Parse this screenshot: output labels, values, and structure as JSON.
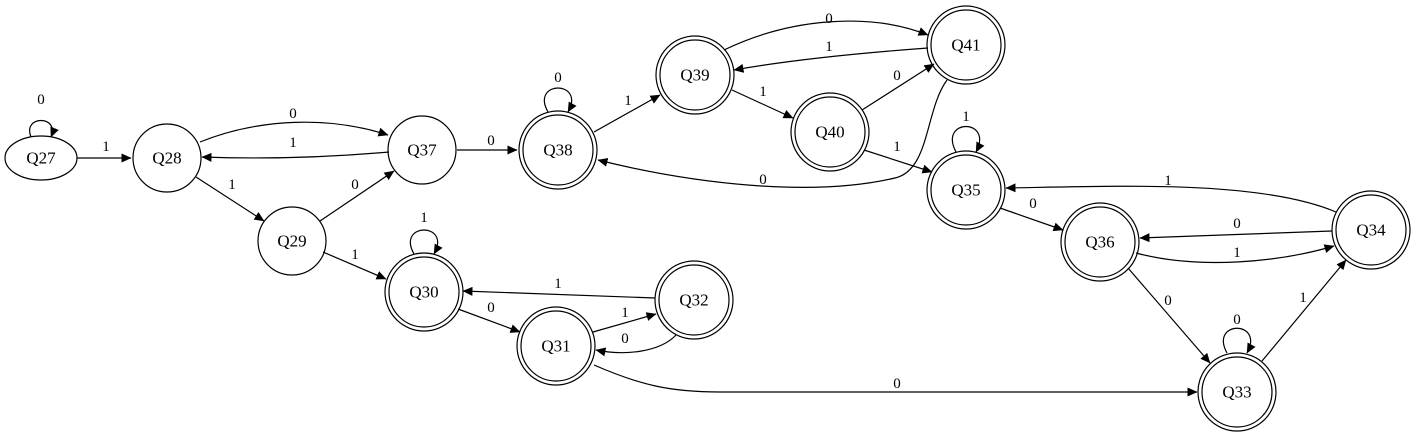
{
  "colors": {
    "start": "#0000ff",
    "default": "#000000"
  },
  "nodes": [
    {
      "id": "Q27",
      "label": "Q27",
      "start": true,
      "accepting": false
    },
    {
      "id": "Q28",
      "label": "Q28",
      "accepting": false
    },
    {
      "id": "Q29",
      "label": "Q29",
      "accepting": false
    },
    {
      "id": "Q37",
      "label": "Q37",
      "accepting": false
    },
    {
      "id": "Q38",
      "label": "Q38",
      "accepting": true
    },
    {
      "id": "Q39",
      "label": "Q39",
      "accepting": true
    },
    {
      "id": "Q40",
      "label": "Q40",
      "accepting": true
    },
    {
      "id": "Q41",
      "label": "Q41",
      "accepting": true
    },
    {
      "id": "Q35",
      "label": "Q35",
      "accepting": true
    },
    {
      "id": "Q36",
      "label": "Q36",
      "accepting": true
    },
    {
      "id": "Q34",
      "label": "Q34",
      "accepting": true
    },
    {
      "id": "Q33",
      "label": "Q33",
      "accepting": true
    },
    {
      "id": "Q30",
      "label": "Q30",
      "accepting": true
    },
    {
      "id": "Q31",
      "label": "Q31",
      "accepting": true
    },
    {
      "id": "Q32",
      "label": "Q32",
      "accepting": true
    }
  ],
  "edges": [
    {
      "from": "Q27",
      "to": "Q27",
      "label": "0"
    },
    {
      "from": "Q27",
      "to": "Q28",
      "label": "1"
    },
    {
      "from": "Q28",
      "to": "Q37",
      "label": "0"
    },
    {
      "from": "Q37",
      "to": "Q28",
      "label": "1"
    },
    {
      "from": "Q28",
      "to": "Q29",
      "label": "1"
    },
    {
      "from": "Q29",
      "to": "Q37",
      "label": "0"
    },
    {
      "from": "Q29",
      "to": "Q30",
      "label": "1"
    },
    {
      "from": "Q37",
      "to": "Q38",
      "label": "0"
    },
    {
      "from": "Q38",
      "to": "Q38",
      "label": "0"
    },
    {
      "from": "Q38",
      "to": "Q39",
      "label": "1"
    },
    {
      "from": "Q39",
      "to": "Q41",
      "label": "0"
    },
    {
      "from": "Q41",
      "to": "Q39",
      "label": "1"
    },
    {
      "from": "Q39",
      "to": "Q40",
      "label": "1"
    },
    {
      "from": "Q40",
      "to": "Q41",
      "label": "0"
    },
    {
      "from": "Q40",
      "to": "Q35",
      "label": "1"
    },
    {
      "from": "Q41",
      "to": "Q38",
      "label": "0"
    },
    {
      "from": "Q35",
      "to": "Q35",
      "label": "1"
    },
    {
      "from": "Q35",
      "to": "Q36",
      "label": "0"
    },
    {
      "from": "Q34",
      "to": "Q35",
      "label": "1"
    },
    {
      "from": "Q34",
      "to": "Q36",
      "label": "0"
    },
    {
      "from": "Q36",
      "to": "Q34",
      "label": "1"
    },
    {
      "from": "Q36",
      "to": "Q33",
      "label": "0"
    },
    {
      "from": "Q33",
      "to": "Q33",
      "label": "0"
    },
    {
      "from": "Q33",
      "to": "Q34",
      "label": "1"
    },
    {
      "from": "Q30",
      "to": "Q30",
      "label": "1"
    },
    {
      "from": "Q30",
      "to": "Q31",
      "label": "0"
    },
    {
      "from": "Q31",
      "to": "Q32",
      "label": "1"
    },
    {
      "from": "Q32",
      "to": "Q31",
      "label": "0"
    },
    {
      "from": "Q32",
      "to": "Q30",
      "label": "1"
    },
    {
      "from": "Q31",
      "to": "Q33",
      "label": "0"
    }
  ]
}
